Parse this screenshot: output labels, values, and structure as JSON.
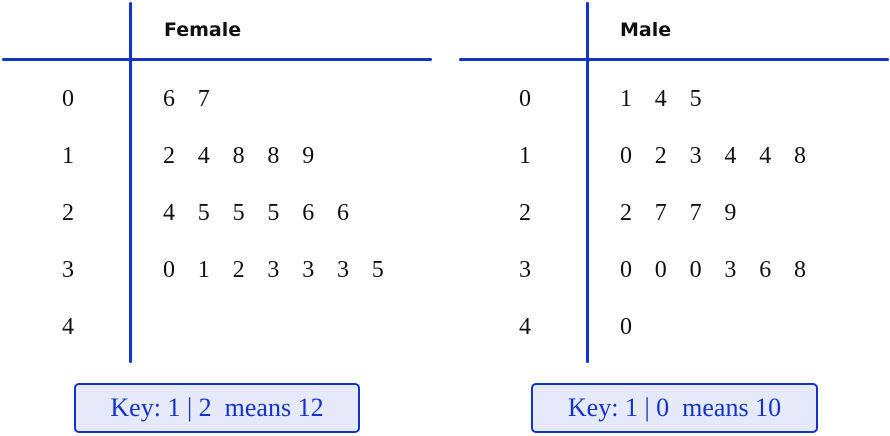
{
  "chart_data": [
    {
      "type": "table",
      "subtype": "stem-and-leaf",
      "title": "Female",
      "stems": [
        "0",
        "1",
        "2",
        "3",
        "4"
      ],
      "leaves": [
        [
          "6",
          "7"
        ],
        [
          "2",
          "4",
          "8",
          "8",
          "9"
        ],
        [
          "4",
          "5",
          "5",
          "5",
          "6",
          "6"
        ],
        [
          "0",
          "1",
          "2",
          "3",
          "3",
          "3",
          "5"
        ],
        []
      ],
      "values": [
        6,
        7,
        12,
        14,
        18,
        18,
        19,
        24,
        25,
        25,
        25,
        26,
        26,
        30,
        31,
        32,
        33,
        33,
        33,
        35
      ],
      "key": "Key: 1 | 2  means 12"
    },
    {
      "type": "table",
      "subtype": "stem-and-leaf",
      "title": "Male",
      "stems": [
        "0",
        "1",
        "2",
        "3",
        "4"
      ],
      "leaves": [
        [
          "1",
          "4",
          "5"
        ],
        [
          "0",
          "2",
          "3",
          "4",
          "4",
          "8"
        ],
        [
          "2",
          "7",
          "7",
          "9"
        ],
        [
          "0",
          "0",
          "0",
          "3",
          "6",
          "8"
        ],
        [
          "0"
        ]
      ],
      "values": [
        1,
        4,
        5,
        10,
        12,
        13,
        14,
        14,
        18,
        22,
        27,
        27,
        29,
        30,
        30,
        30,
        33,
        36,
        38,
        40
      ],
      "key": "Key: 1 | 0  means 10"
    }
  ],
  "colors": {
    "accent": "#1433c9",
    "key_bg": "#e6e9f9",
    "text": "#111111"
  }
}
